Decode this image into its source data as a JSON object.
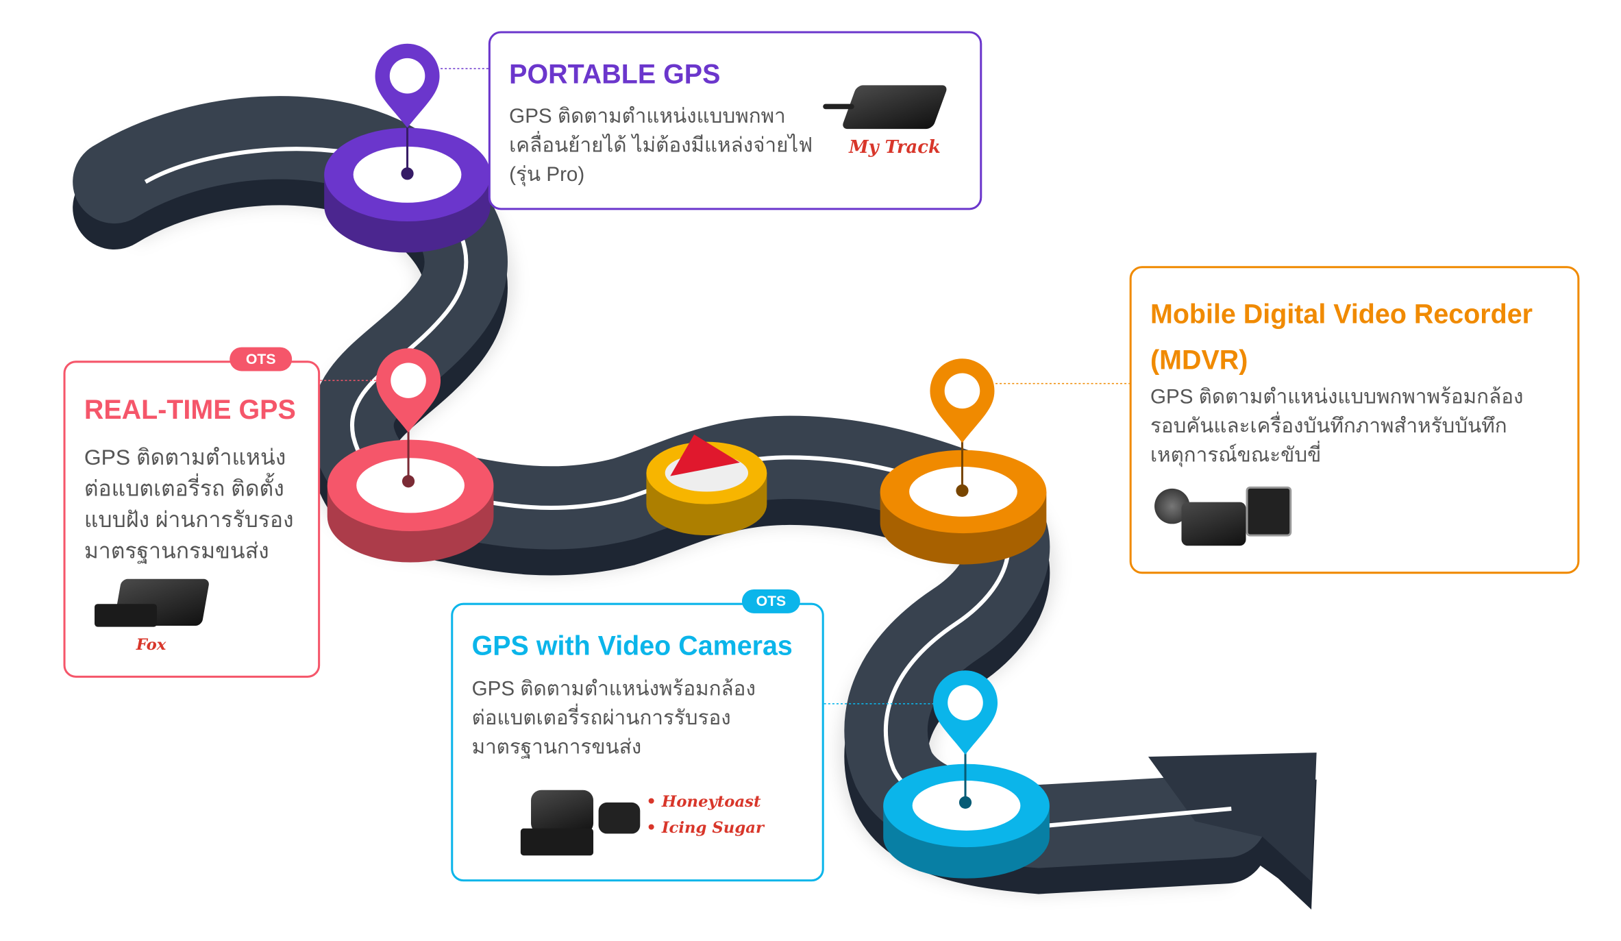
{
  "cards": {
    "portable": {
      "title": "PORTABLE GPS",
      "lines": [
        "GPS ติดตามตำแหน่งแบบพกพา",
        "เคลื่อนย้ายได้ ไม่ต้องมีแหล่งจ่ายไฟ",
        "(รุ่น Pro)"
      ],
      "brand": "My Track",
      "color": "#6B36CC"
    },
    "realtime": {
      "badge": "OTS",
      "title": "REAL-TIME GPS",
      "lines": [
        "GPS ติดตามตำแหน่ง",
        "ต่อแบตเตอรี่รถ ติดตั้ง",
        "แบบฝัง ผ่านการรับรอง",
        "มาตรฐานกรมขนส่ง"
      ],
      "brand": "Fox",
      "color": "#F5566A"
    },
    "mdvr": {
      "title_line1": "Mobile Digital Video Recorder",
      "title_line2": "(MDVR)",
      "lines": [
        "GPS  ติดตามตำแหน่งแบบพกพาพร้อมกล้อง",
        "รอบคันและเครื่องบันทึกภาพสำหรับบันทึก",
        "เหตุการณ์ขณะขับขี่"
      ],
      "color": "#F08A00"
    },
    "video": {
      "badge": "OTS",
      "title": "GPS with Video Cameras",
      "lines": [
        "GPS ติดตามตำแหน่งพร้อมกล้อง",
        "ต่อแบตเตอรี่รถผ่านการรับรอง",
        "มาตรฐานการขนส่ง"
      ],
      "brands": [
        "Honeytoast",
        "Icing Sugar"
      ],
      "color": "#0BB5EA"
    }
  },
  "colors": {
    "road": "#38424F",
    "road_side": "#1E2633",
    "flag_disc": "#F7B500",
    "flag": "#E0182D"
  }
}
